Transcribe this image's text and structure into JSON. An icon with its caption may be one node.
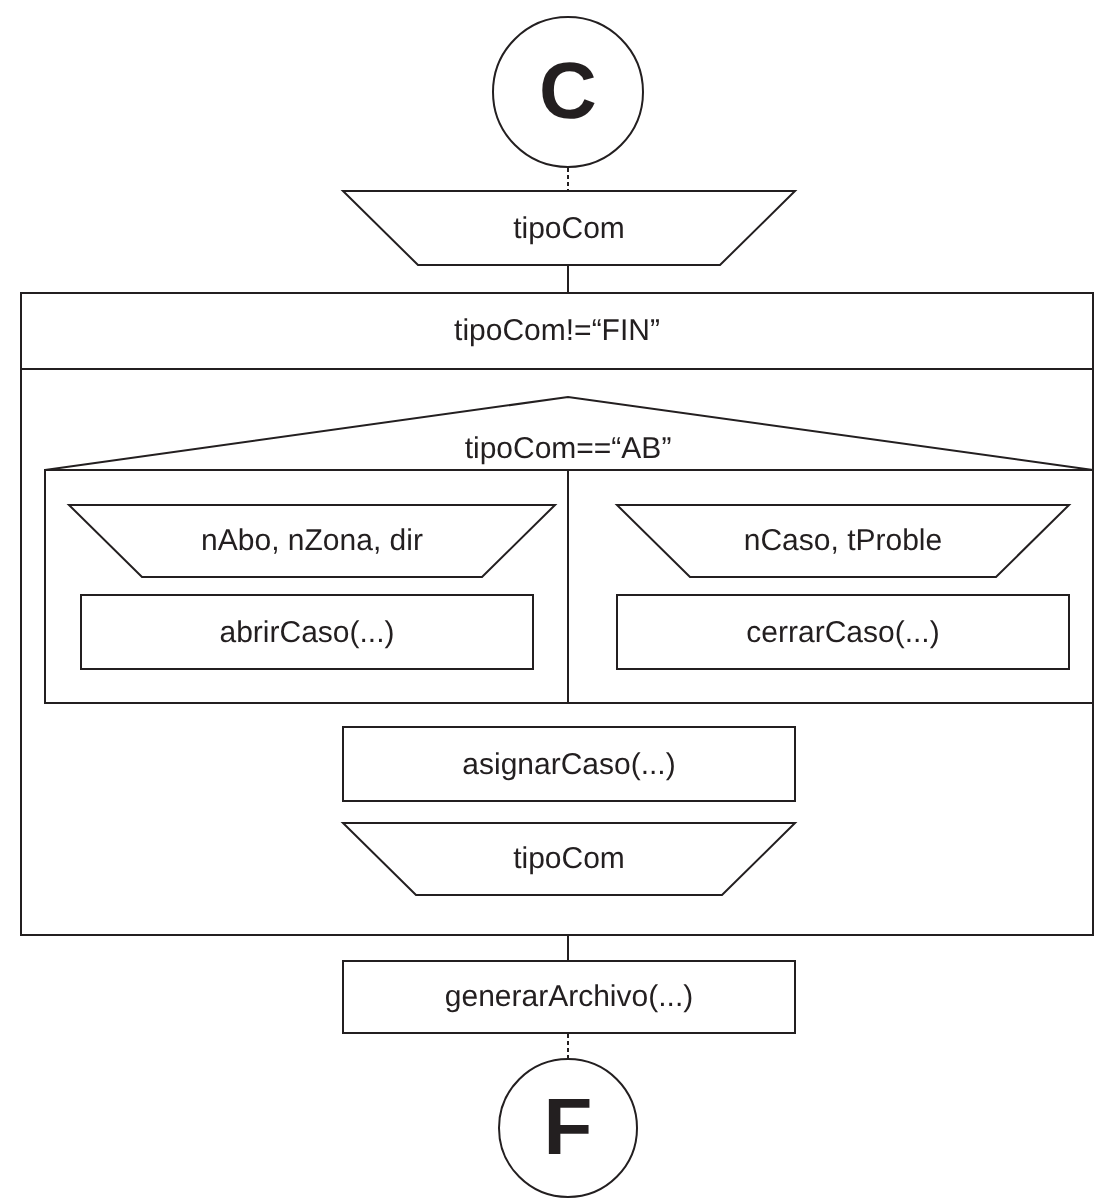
{
  "diagram": {
    "nodes": [
      {
        "text": [
          "C"
        ]
      },
      {
        "text": [
          "tipoCom"
        ]
      },
      {
        "text": [
          "tipoCom!=“FIN”"
        ]
      },
      {
        "text": [
          "tipoCom==“AB”"
        ],
        "in": 2
      },
      {
        "text": [
          "nAbo, nZona, dir"
        ],
        "in": 3
      },
      {
        "text": [
          "abrirCaso(...)"
        ],
        "in": 3
      },
      {
        "text": [
          "nCaso, tProble"
        ],
        "in": 3
      },
      {
        "text": [
          "cerrarCaso(...)"
        ],
        "in": 3
      },
      {
        "text": [
          "asignarCaso(...)"
        ],
        "in": 2
      },
      {
        "text": [
          "tipoCom"
        ],
        "in": 2
      },
      {
        "text": [
          "generarArchivo(...)"
        ]
      },
      {
        "text": [
          "F"
        ]
      }
    ],
    "edges": [
      {
        "from": 0,
        "to": 1,
        "arrow": "none",
        "style": "dashed"
      },
      {
        "from": 1,
        "to": 2,
        "arrow": "none"
      },
      {
        "from": 2,
        "to": 10,
        "arrow": "none"
      },
      {
        "from": 10,
        "to": 11,
        "arrow": "none",
        "style": "dashed"
      }
    ]
  }
}
